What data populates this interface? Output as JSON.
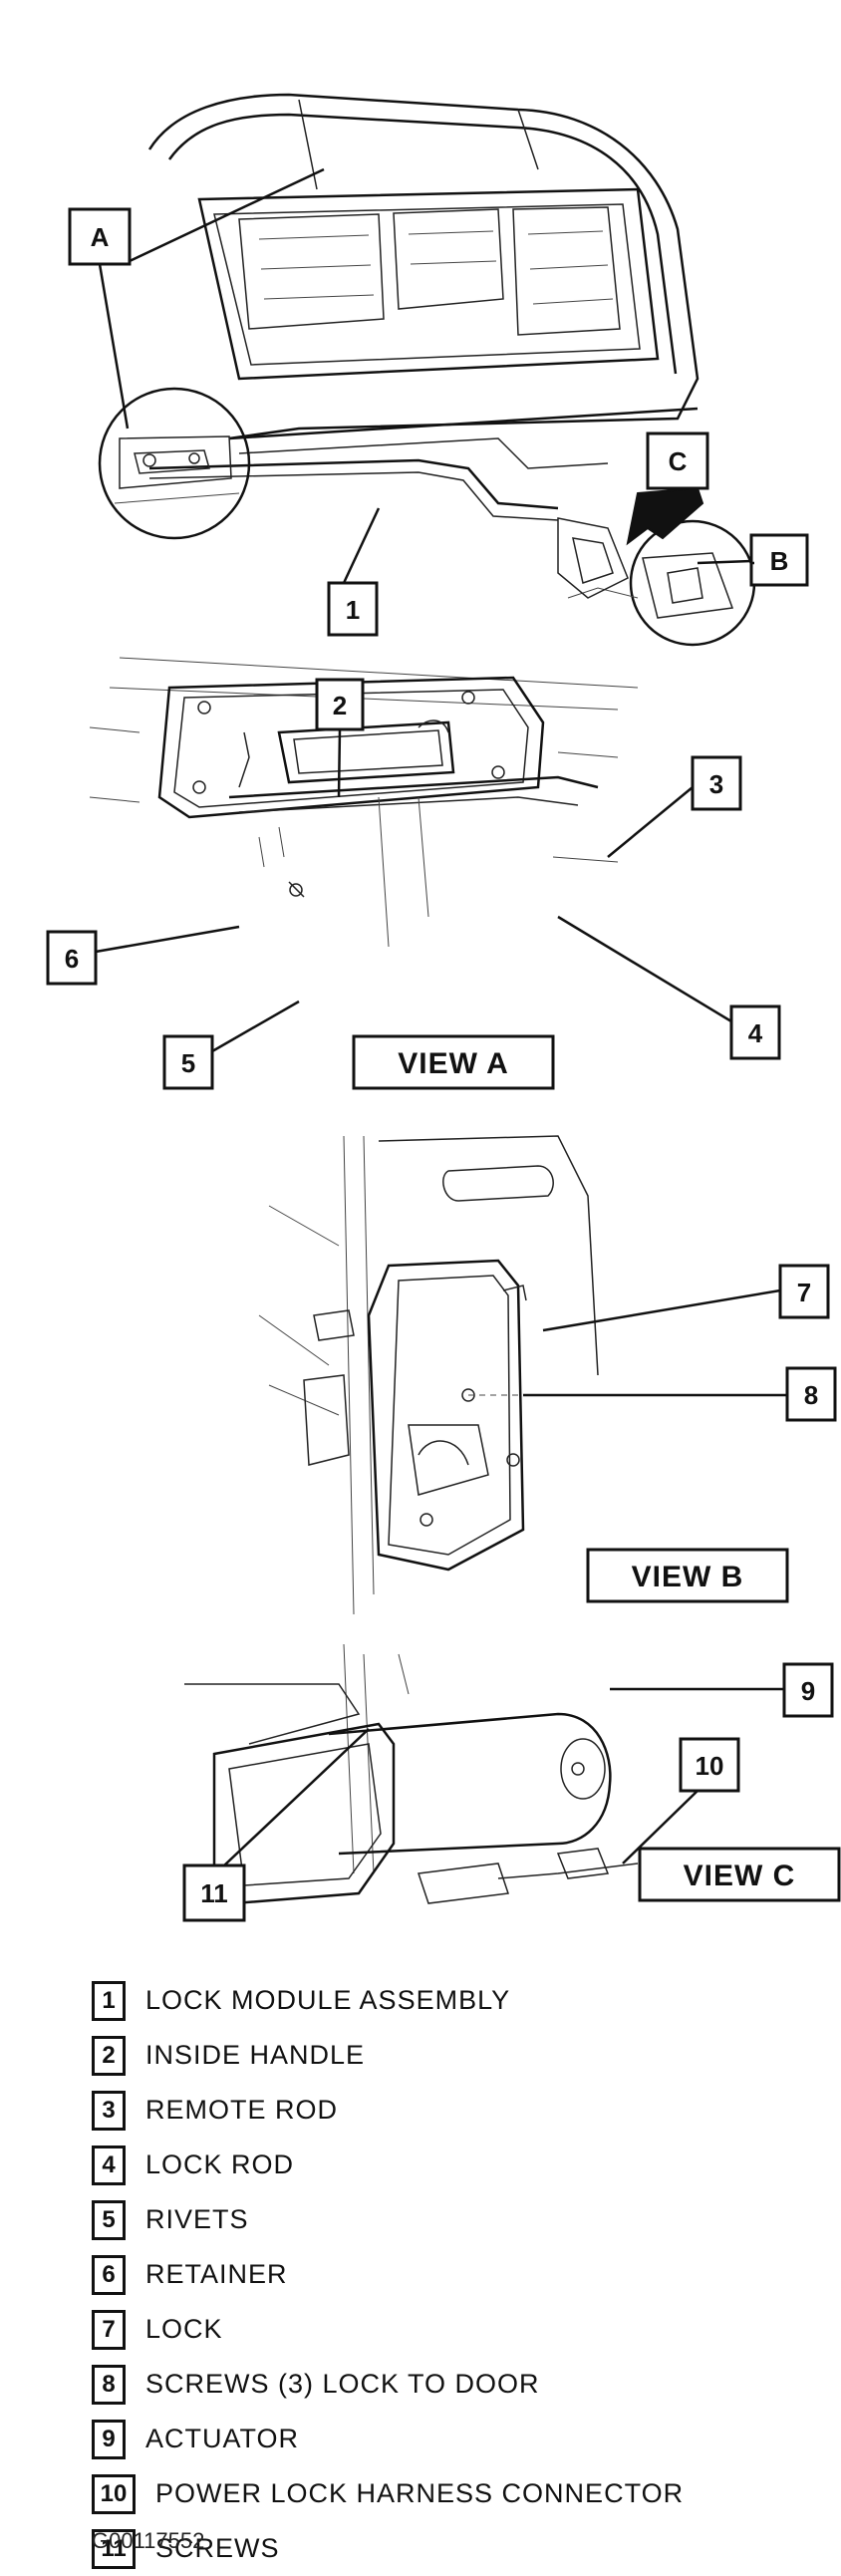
{
  "diagram": {
    "callouts": {
      "A": "A",
      "B": "B",
      "C": "C",
      "n1": "1",
      "n2": "2",
      "n3": "3",
      "n4": "4",
      "n5": "5",
      "n6": "6",
      "n7": "7",
      "n8": "8",
      "n9": "9",
      "n10": "10",
      "n11": "11"
    },
    "views": {
      "a": "VIEW A",
      "b": "VIEW B",
      "c": "VIEW C"
    }
  },
  "legend": [
    {
      "num": "1",
      "text": "LOCK MODULE ASSEMBLY"
    },
    {
      "num": "2",
      "text": "INSIDE HANDLE"
    },
    {
      "num": "3",
      "text": "REMOTE ROD"
    },
    {
      "num": "4",
      "text": "LOCK ROD"
    },
    {
      "num": "5",
      "text": "RIVETS"
    },
    {
      "num": "6",
      "text": "RETAINER"
    },
    {
      "num": "7",
      "text": "LOCK"
    },
    {
      "num": "8",
      "text": "SCREWS (3) LOCK TO DOOR"
    },
    {
      "num": "9",
      "text": "ACTUATOR"
    },
    {
      "num": "10",
      "text": "POWER LOCK HARNESS CONNECTOR"
    },
    {
      "num": "11",
      "text": "SCREWS"
    }
  ],
  "figure_code": "G00117552"
}
